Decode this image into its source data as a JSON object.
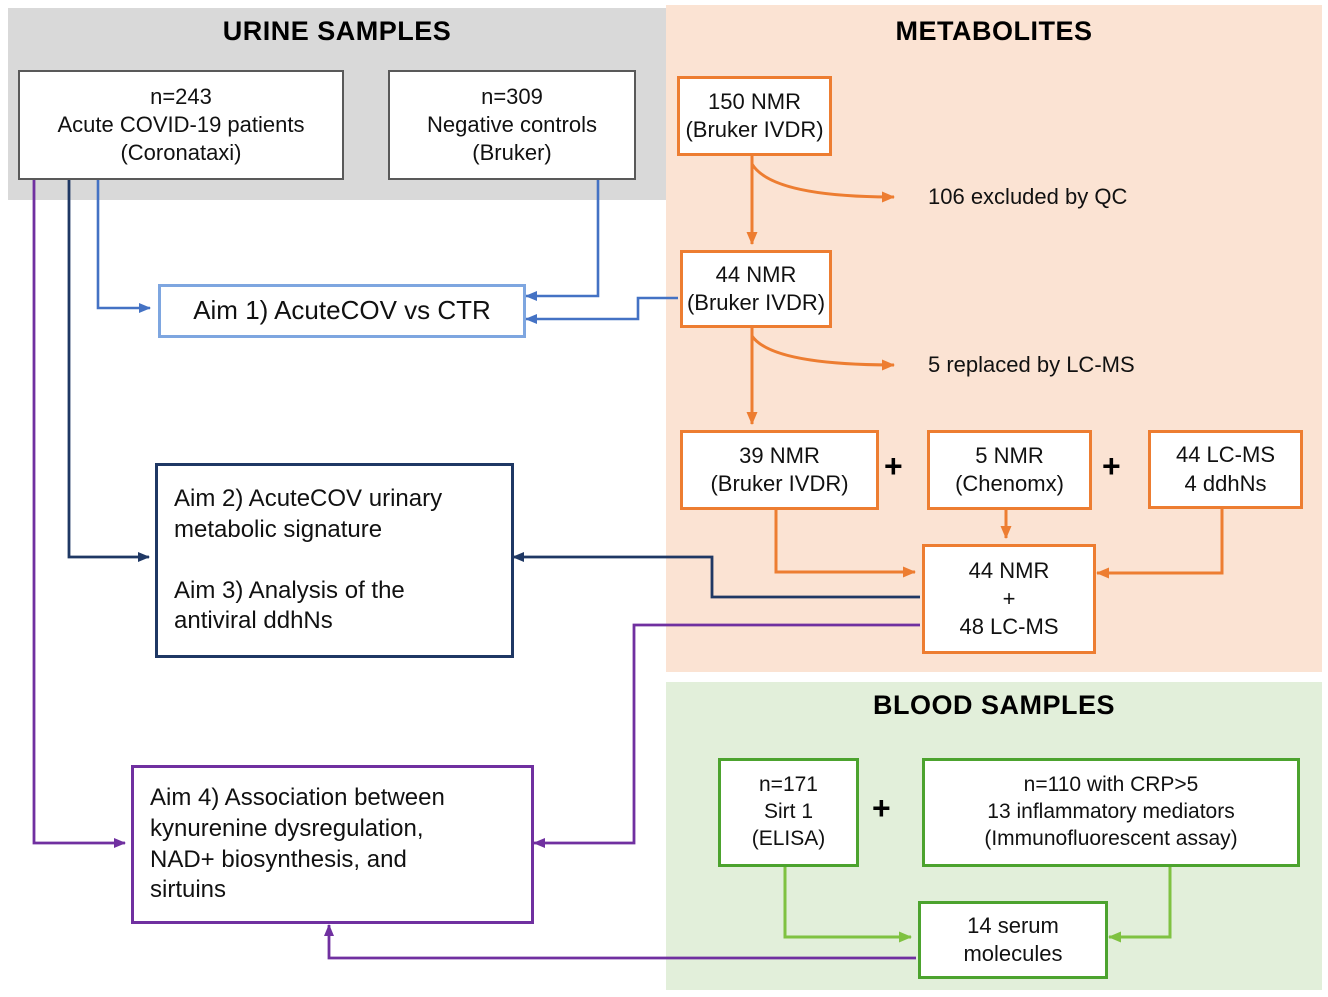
{
  "panels": {
    "urine": {
      "title": "URINE SAMPLES"
    },
    "metabolites": {
      "title": "METABOLITES"
    },
    "blood": {
      "title": "BLOOD SAMPLES"
    }
  },
  "boxes": {
    "covid_patients": {
      "lines": [
        "n=243",
        "Acute COVID-19 patients",
        "(Coronataxi)"
      ]
    },
    "negative_controls": {
      "lines": [
        "n=309",
        "Negative controls",
        "(Bruker)"
      ]
    },
    "nmr150": {
      "lines": [
        "150 NMR",
        "(Bruker IVDR)"
      ]
    },
    "nmr44": {
      "lines": [
        "44 NMR",
        "(Bruker IVDR)"
      ]
    },
    "nmr39": {
      "lines": [
        "39 NMR",
        "(Bruker IVDR)"
      ]
    },
    "nmr5": {
      "lines": [
        "5 NMR",
        "(Chenomx)"
      ]
    },
    "lcms44": {
      "lines": [
        "44 LC-MS",
        "4 ddhNs"
      ]
    },
    "combined": {
      "lines": [
        "44 NMR",
        "+",
        "48 LC-MS"
      ]
    },
    "sirt1": {
      "lines": [
        "n=171",
        "Sirt 1",
        "(ELISA)"
      ]
    },
    "inflammatory": {
      "lines": [
        "n=110 with CRP>5",
        "13 inflammatory mediators",
        "(Immunofluorescent assay)"
      ]
    },
    "serum": {
      "lines": [
        "14 serum",
        "molecules"
      ]
    },
    "aim1": {
      "lines": [
        "Aim 1) AcuteCOV vs CTR"
      ]
    },
    "aim23": {
      "aim2_lines": [
        "Aim 2) AcuteCOV urinary",
        "metabolic signature"
      ],
      "aim3_lines": [
        "Aim 3) Analysis of the",
        "antiviral ddhNs"
      ]
    },
    "aim4": {
      "lines": [
        "Aim 4) Association between",
        "kynurenine dysregulation,",
        "NAD+ biosynthesis, and",
        "sirtuins"
      ]
    }
  },
  "annotations": {
    "excluded": "106 excluded by QC",
    "replaced": "5 replaced by LC-MS",
    "plus_metabolites_1": "+",
    "plus_metabolites_2": "+",
    "plus_blood": "+"
  },
  "colors": {
    "urine_panel": "#D9D9D9",
    "metabolites_panel": "#FBE3D3",
    "blood_panel": "#E2EFDA",
    "orange_accent": "#ED7D31",
    "blue_arrow": "#4472C4",
    "aim1_border": "#7EA6E0",
    "navy_accent": "#1F3864",
    "purple_accent": "#7030A0",
    "green_border": "#4CA32E",
    "green_arrow": "#7FC241",
    "sample_box_border": "#595959"
  }
}
